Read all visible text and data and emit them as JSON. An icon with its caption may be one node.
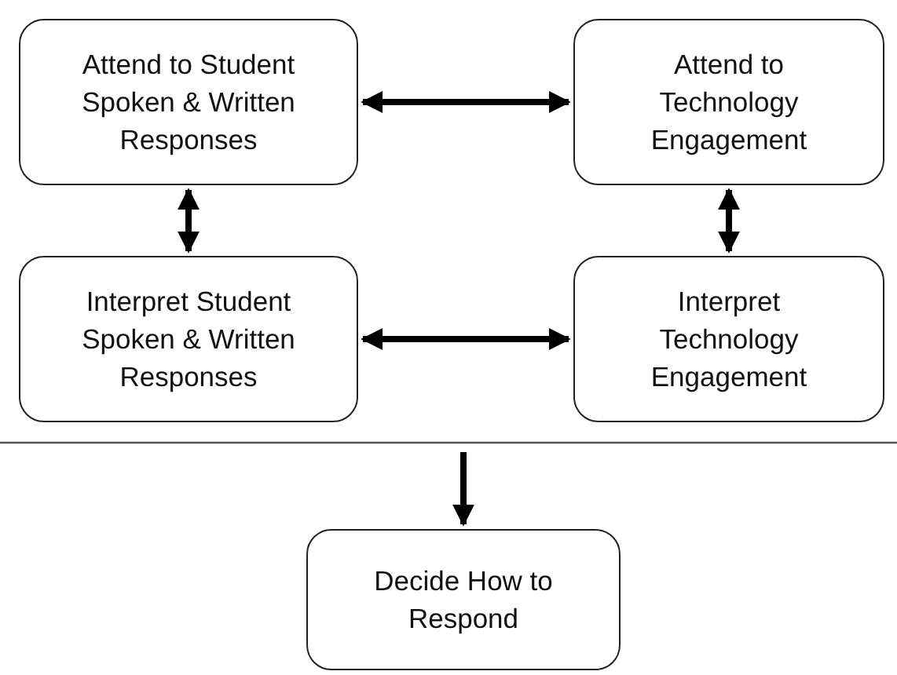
{
  "diagram": {
    "nodes": [
      {
        "text": [
          "Attend to Student Spoken & Written Responses"
        ]
      },
      {
        "text": [
          "Attend to Technology Engagement"
        ]
      },
      {
        "text": [
          "Interpret Student Spoken & Written Responses"
        ]
      },
      {
        "text": [
          "Interpret Technology Engagement"
        ]
      },
      {
        "text": [
          "Decide How to Respond"
        ]
      }
    ],
    "edges": [
      {
        "from": 0,
        "to": 1,
        "arrow": "both"
      },
      {
        "from": 0,
        "to": 2,
        "arrow": "both"
      },
      {
        "from": 1,
        "to": 3,
        "arrow": "both"
      },
      {
        "from": 2,
        "to": 3,
        "arrow": "both"
      },
      {
        "from": null,
        "to": 4,
        "arrow": "to"
      }
    ]
  }
}
